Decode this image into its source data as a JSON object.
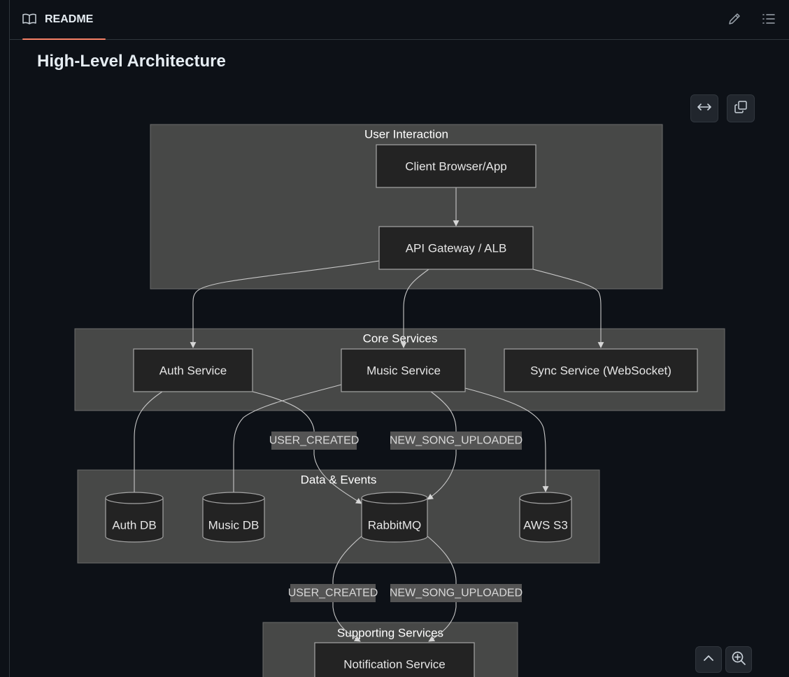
{
  "tab": {
    "label": "README"
  },
  "section": {
    "title": "High-Level Architecture"
  },
  "diagram": {
    "clusters": {
      "user_interaction": "User Interaction",
      "core_services": "Core Services",
      "data_events": "Data & Events",
      "supporting_services": "Supporting Services"
    },
    "nodes": {
      "client": "Client Browser/App",
      "gateway": "API Gateway / ALB",
      "auth_service": "Auth Service",
      "music_service": "Music Service",
      "sync_service": "Sync Service (WebSocket)",
      "auth_db": "Auth DB",
      "music_db": "Music DB",
      "rabbitmq": "RabbitMQ",
      "aws_s3": "AWS S3",
      "notification_service": "Notification Service"
    },
    "edge_labels": {
      "auth_user_created": "USER_CREATED",
      "music_new_song": "NEW_SONG_UPLOADED",
      "rmq_user_created": "USER_CREATED",
      "rmq_new_song": "NEW_SONG_UPLOADED"
    }
  },
  "icons": {
    "tab": "book-icon",
    "edit": "pencil-icon",
    "outline": "list-icon",
    "expand": "arrows-horizontal-icon",
    "copy": "copy-icon",
    "scroll_up": "chevron-up-icon",
    "zoom": "zoom-in-icon"
  },
  "colors": {
    "background": "#0d1117",
    "cluster": "#474847",
    "node": "#232323",
    "tab_underline": "#f78166"
  }
}
